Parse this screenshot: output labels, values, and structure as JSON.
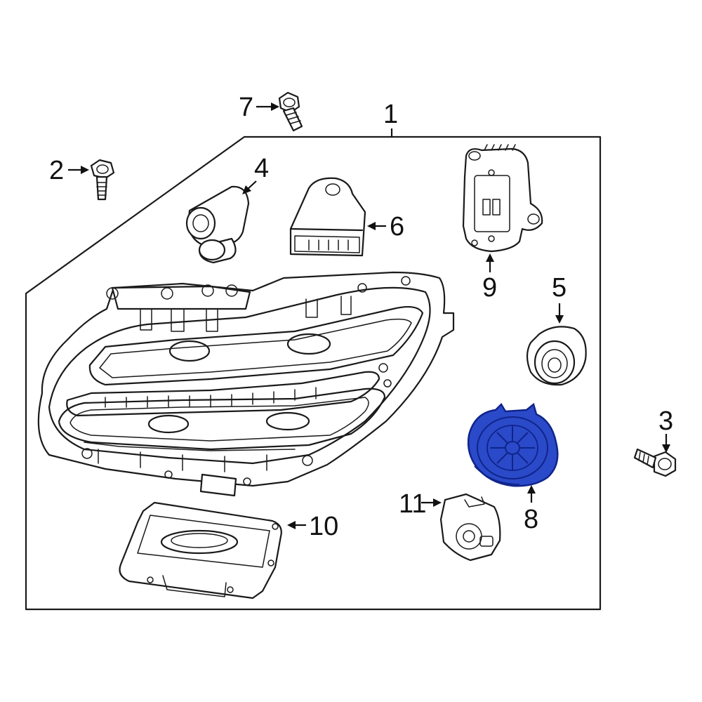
{
  "callouts": {
    "c1": "1",
    "c2": "2",
    "c3": "3",
    "c4": "4",
    "c5": "5",
    "c6": "6",
    "c7": "7",
    "c8": "8",
    "c9": "9",
    "c10": "10",
    "c11": "11"
  },
  "colors": {
    "highlight": "#2a4ac9",
    "highlight_dark": "#10248a",
    "line": "#1a1a1a",
    "background": "#ffffff"
  }
}
